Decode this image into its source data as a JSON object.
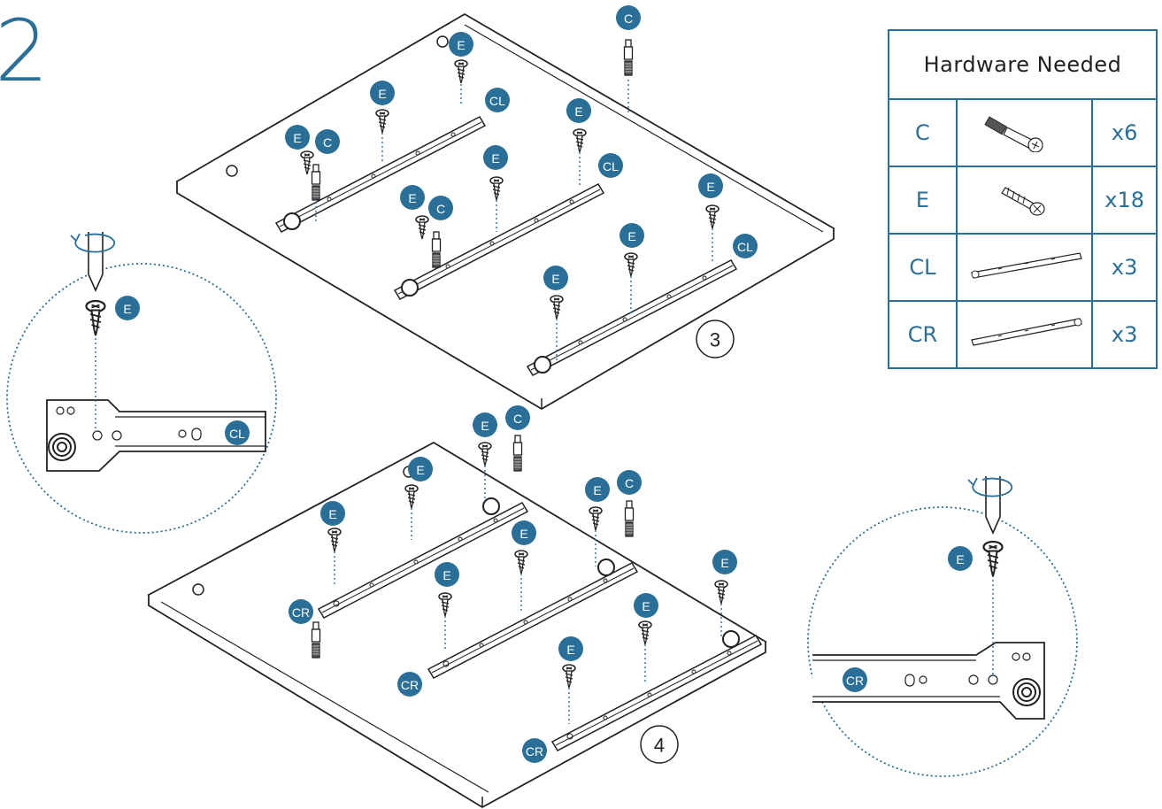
{
  "step": {
    "number": "2"
  },
  "colors": {
    "accent": "#2a6f97",
    "line": "#222222",
    "dotted": "#2a6f97"
  },
  "hardware": {
    "title": "Hardware Needed",
    "items": [
      {
        "code": "C",
        "icon": "cam-dowel-icon",
        "qty": "x6"
      },
      {
        "code": "E",
        "icon": "screw-icon",
        "qty": "x18"
      },
      {
        "code": "CL",
        "icon": "left-drawer-rail-icon",
        "qty": "x3"
      },
      {
        "code": "CR",
        "icon": "right-drawer-rail-icon",
        "qty": "x3"
      }
    ]
  },
  "panels": [
    {
      "number": "3"
    },
    {
      "number": "4"
    }
  ],
  "labels": {
    "C": "C",
    "E": "E",
    "CL": "CL",
    "CR": "CR"
  }
}
